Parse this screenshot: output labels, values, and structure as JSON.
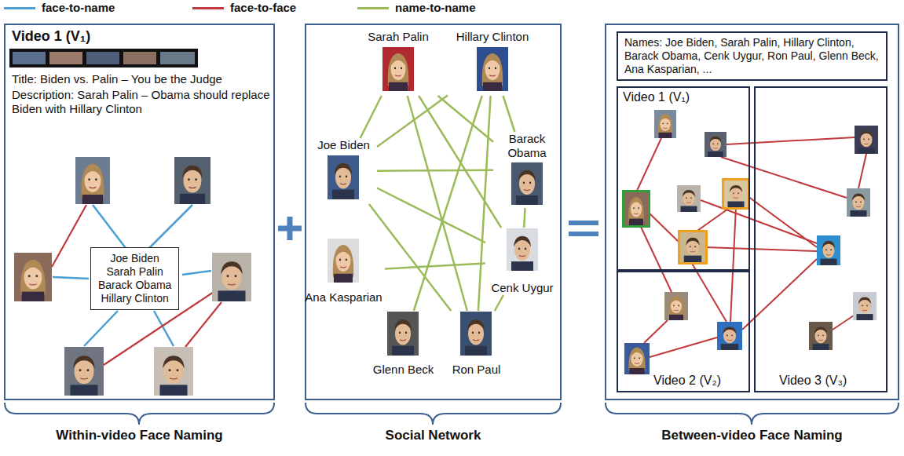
{
  "diagram": {
    "nodes": [
      {
        "text": [
          "Video 1 (V₁)",
          "Title: Biden vs. Palin – You be the Judge",
          "Description: Sarah Palin – Obama should replace Biden with Hillary Clinton",
          "Within-video Face Naming"
        ]
      },
      {
        "text": [
          "Joe Biden",
          "Sarah Palin",
          "Barack Obama",
          "Hillary Clinton"
        ],
        "in": 0
      },
      {
        "text": [
          "Social Network"
        ]
      },
      {
        "text": [
          "Sarah Palin"
        ],
        "in": 2
      },
      {
        "text": [
          "Hillary Clinton"
        ],
        "in": 2
      },
      {
        "text": [
          "Joe Biden"
        ],
        "in": 2
      },
      {
        "text": [
          "Barack Obama"
        ],
        "in": 2
      },
      {
        "text": [
          "Ana Kasparian"
        ],
        "in": 2
      },
      {
        "text": [
          "Cenk Uygur"
        ],
        "in": 2
      },
      {
        "text": [
          "Glenn Beck"
        ],
        "in": 2
      },
      {
        "text": [
          "Ron Paul"
        ],
        "in": 2
      },
      {
        "text": [
          "Between-video Face Naming"
        ]
      },
      {
        "text": [
          "Names: Joe Biden, Sarah Palin, Hillary Clinton, Barack Obama, Cenk Uygur, Ron Paul, Glenn Beck, Ana Kasparian, ..."
        ],
        "in": 11
      },
      {
        "text": [
          "Video 1 (V₁)"
        ],
        "in": 11
      },
      {
        "text": [
          "Video 2 (V₂)"
        ],
        "in": 11
      },
      {
        "text": [
          "Video 3 (V₃)"
        ],
        "in": 11
      }
    ],
    "edges": [
      {
        "from": 5,
        "to": 3,
        "arrow": "none"
      },
      {
        "from": 5,
        "to": 4,
        "arrow": "none"
      },
      {
        "from": 5,
        "to": 6,
        "arrow": "none"
      },
      {
        "from": 5,
        "to": 8,
        "arrow": "none"
      },
      {
        "from": 5,
        "to": 10,
        "arrow": "none"
      },
      {
        "from": 3,
        "to": 6,
        "arrow": "none"
      },
      {
        "from": 3,
        "to": 8,
        "arrow": "none"
      },
      {
        "from": 3,
        "to": 10,
        "arrow": "none"
      },
      {
        "from": 4,
        "to": 6,
        "arrow": "none"
      },
      {
        "from": 4,
        "to": 9,
        "arrow": "none"
      },
      {
        "from": 4,
        "to": 10,
        "arrow": "none"
      },
      {
        "from": 6,
        "to": 8,
        "arrow": "none"
      },
      {
        "from": 7,
        "to": 8,
        "arrow": "none"
      },
      {
        "from": 10,
        "to": 8,
        "arrow": "none"
      }
    ],
    "legend": [
      {
        "text": "face-to-name"
      },
      {
        "text": "face-to-face"
      },
      {
        "text": "name-to-name"
      }
    ]
  }
}
